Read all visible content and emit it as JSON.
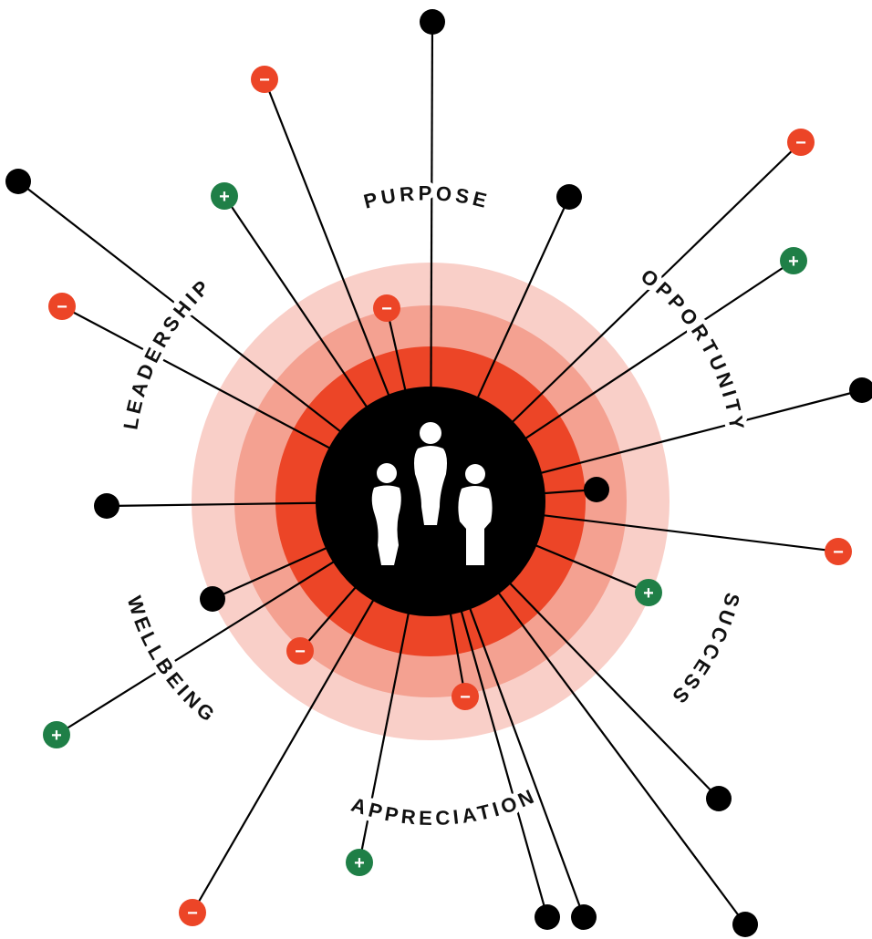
{
  "diagram": {
    "center_icon": "people-group-icon",
    "labels": {
      "purpose": "PURPOSE",
      "opportunity": "OPPORTUNITY",
      "success": "SUCCESS",
      "appreciation": "APPRECIATION",
      "wellbeing": "WELLBEING",
      "leadership": "LEADERSHIP"
    },
    "signs": {
      "positive": "+",
      "negative": "−"
    },
    "colors": {
      "ring_outer": "#f9cfc8",
      "ring_middle": "#f4a191",
      "ring_inner": "#ec4527",
      "core": "#000000",
      "negative": "#ec4527",
      "positive": "#1f7f47",
      "node": "#000000",
      "line": "#000000"
    },
    "node_types": [
      "plain",
      "negative",
      "negative",
      "plain",
      "positive",
      "plain",
      "negative",
      "positive",
      "plain",
      "negative",
      "plain",
      "negative",
      "positive",
      "plain",
      "negative",
      "positive",
      "negative",
      "plain",
      "plain",
      "negative",
      "plain",
      "plain",
      "positive",
      "plain"
    ]
  }
}
